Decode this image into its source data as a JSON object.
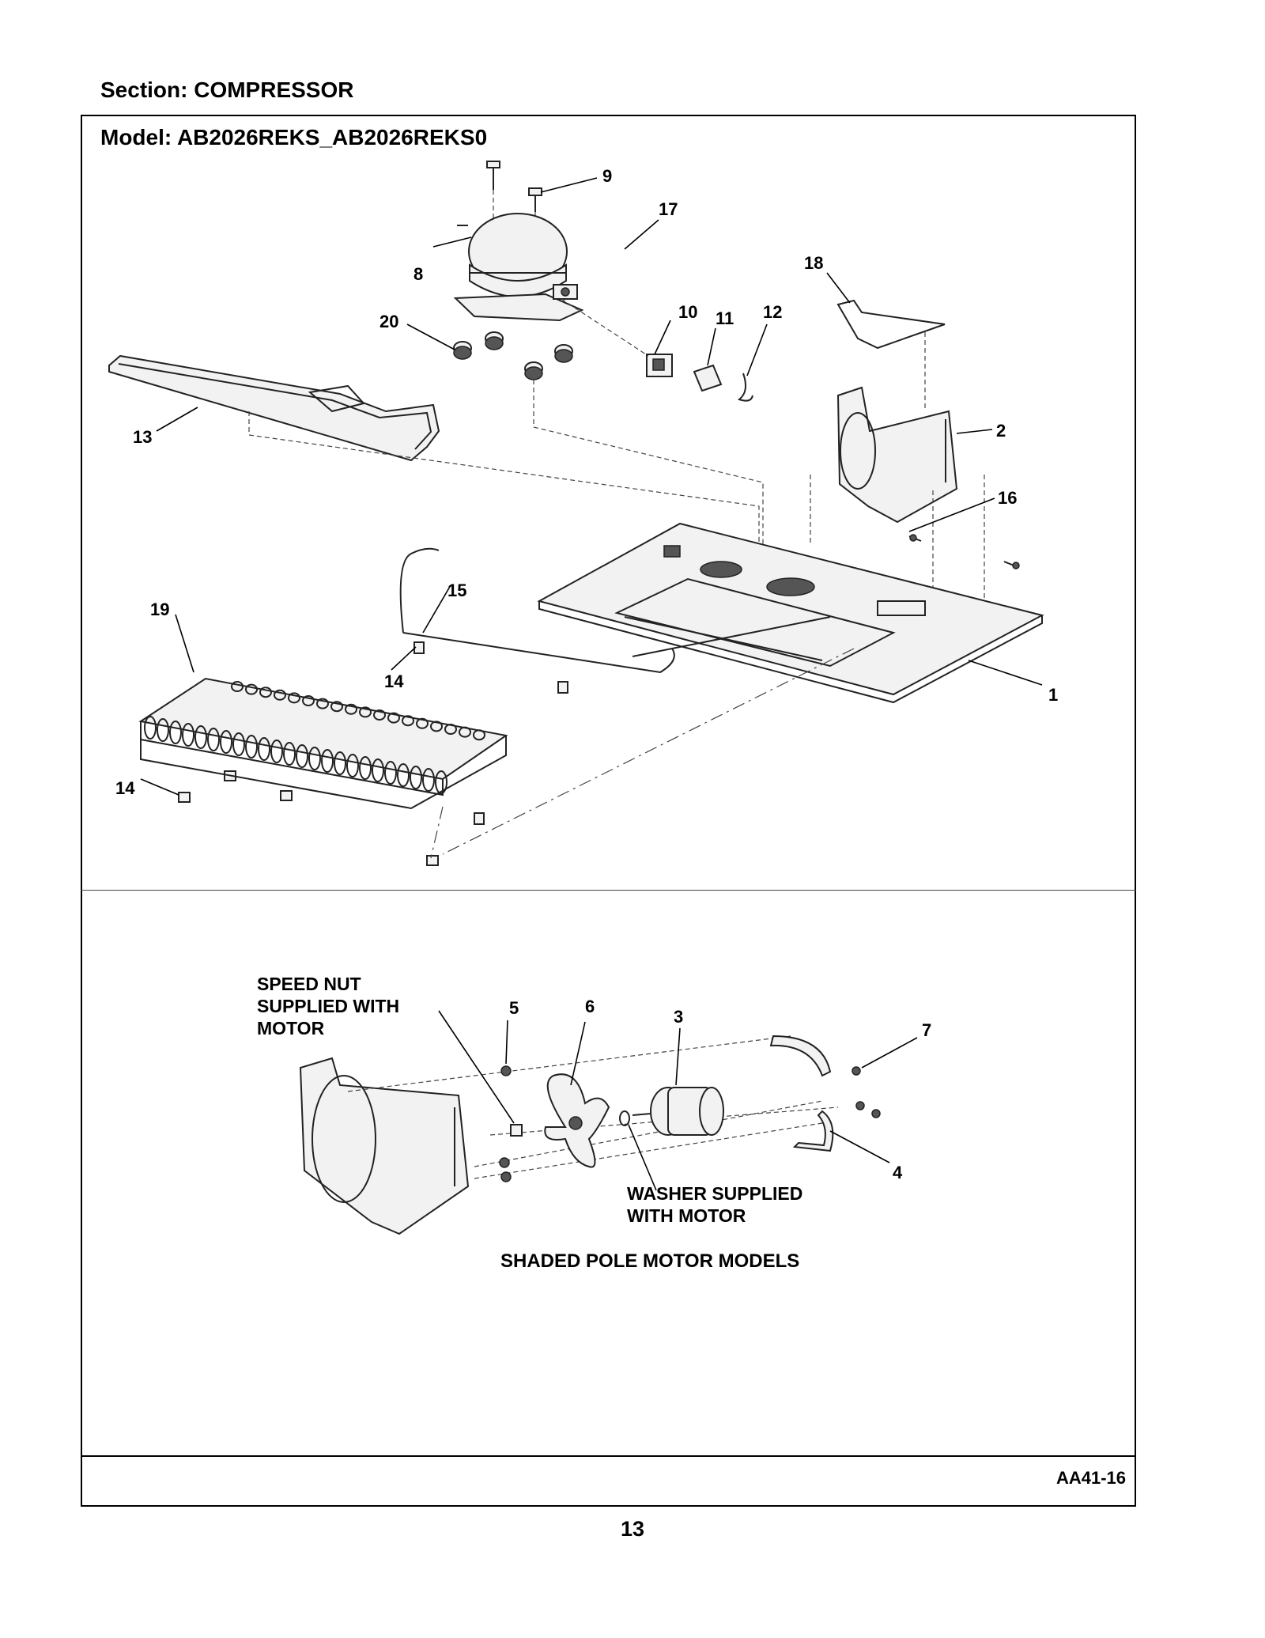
{
  "header": {
    "section_title": "Section:  COMPRESSOR",
    "model_title": "Model:  AB2026REKS_AB2026REKS0"
  },
  "diagram_upper": {
    "callouts": [
      "9",
      "17",
      "18",
      "8",
      "20",
      "10",
      "11",
      "12",
      "13",
      "2",
      "16",
      "15",
      "19",
      "14",
      "1",
      "14"
    ]
  },
  "diagram_lower": {
    "note_speed_nut": [
      "SPEED NUT",
      "SUPPLIED WITH",
      "MOTOR"
    ],
    "note_washer": [
      "WASHER SUPPLIED",
      "WITH MOTOR"
    ],
    "callouts": [
      "5",
      "6",
      "3",
      "7",
      "4"
    ],
    "caption": "SHADED POLE MOTOR MODELS"
  },
  "footer": {
    "doc_code": "AA41-16",
    "page_number": "13"
  }
}
